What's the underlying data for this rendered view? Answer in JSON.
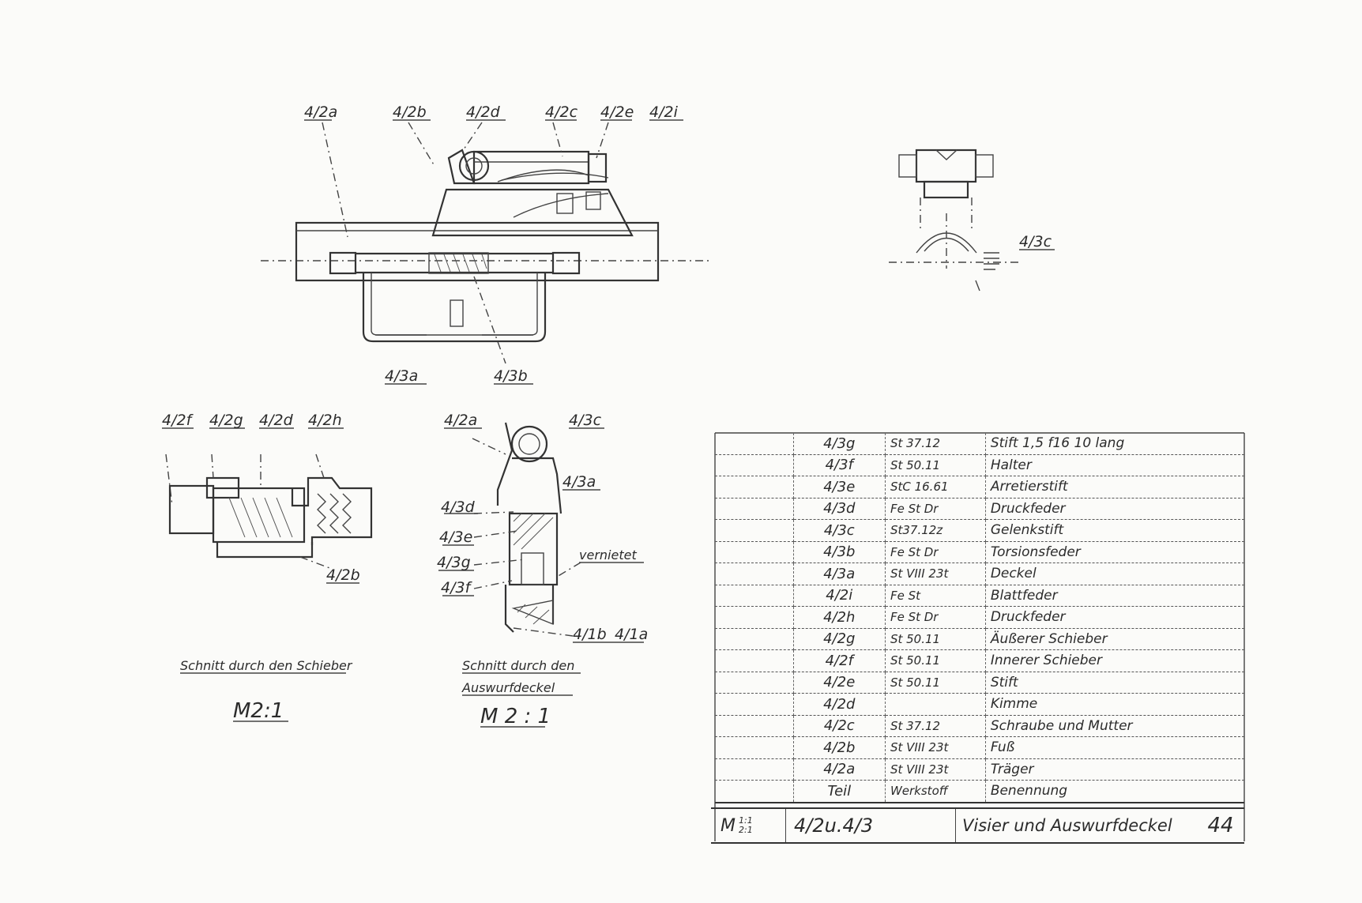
{
  "top_view": {
    "labels": [
      "4/2a",
      "4/2b",
      "4/2d",
      "4/2c",
      "4/2e",
      "4/2i",
      "4/3a",
      "4/3b"
    ]
  },
  "side_view": {
    "label": "4/3c"
  },
  "section_slide": {
    "labels": [
      "4/2f",
      "4/2g",
      "4/2d",
      "4/2h",
      "4/2b"
    ],
    "caption": "Schnitt durch den Schieber",
    "scale": "M2:1"
  },
  "section_cover": {
    "labels": [
      "4/2a",
      "4/3c",
      "4/3a",
      "4/3d",
      "4/3e",
      "4/3g",
      "4/3f",
      "vernietet",
      "4/1b",
      "4/1a"
    ],
    "caption_line1": "Schnitt durch den",
    "caption_line2": "Auswurfdeckel",
    "scale": "M 2 : 1"
  },
  "parts_list": {
    "rows": [
      {
        "teil": "4/3g",
        "werkstoff": "St 37.12",
        "benennung": "Stift 1,5 f16 10 lang"
      },
      {
        "teil": "4/3f",
        "werkstoff": "St 50.11",
        "benennung": "Halter"
      },
      {
        "teil": "4/3e",
        "werkstoff": "StC 16.61",
        "benennung": "Arretierstift"
      },
      {
        "teil": "4/3d",
        "werkstoff": "Fe St Dr",
        "benennung": "Druckfeder"
      },
      {
        "teil": "4/3c",
        "werkstoff": "St37.12z",
        "benennung": "Gelenkstift"
      },
      {
        "teil": "4/3b",
        "werkstoff": "Fe St Dr",
        "benennung": "Torsionsfeder"
      },
      {
        "teil": "4/3a",
        "werkstoff": "St VIII 23t",
        "benennung": "Deckel"
      },
      {
        "teil": "4/2i",
        "werkstoff": "Fe St",
        "benennung": "Blattfeder"
      },
      {
        "teil": "4/2h",
        "werkstoff": "Fe St Dr",
        "benennung": "Druckfeder"
      },
      {
        "teil": "4/2g",
        "werkstoff": "St 50.11",
        "benennung": "Äußerer Schieber"
      },
      {
        "teil": "4/2f",
        "werkstoff": "St 50.11",
        "benennung": "Innerer Schieber"
      },
      {
        "teil": "4/2e",
        "werkstoff": "St 50.11",
        "benennung": "Stift"
      },
      {
        "teil": "4/2d",
        "werkstoff": "",
        "benennung": "Kimme"
      },
      {
        "teil": "4/2c",
        "werkstoff": "St 37.12",
        "benennung": "Schraube und Mutter"
      },
      {
        "teil": "4/2b",
        "werkstoff": "St VIII 23t",
        "benennung": "Fuß"
      },
      {
        "teil": "4/2a",
        "werkstoff": "St VIII 23t",
        "benennung": "Träger"
      }
    ],
    "header": {
      "teil": "Teil",
      "werkstoff": "Werkstoff",
      "benennung": "Benennung"
    }
  },
  "title_block": {
    "scale_prefix": "M",
    "scale_top": "1:1",
    "scale_bottom": "2:1",
    "drawing_no": "4/2u.4/3",
    "title": "Visier und Auswurfdeckel",
    "sheet": "44"
  }
}
